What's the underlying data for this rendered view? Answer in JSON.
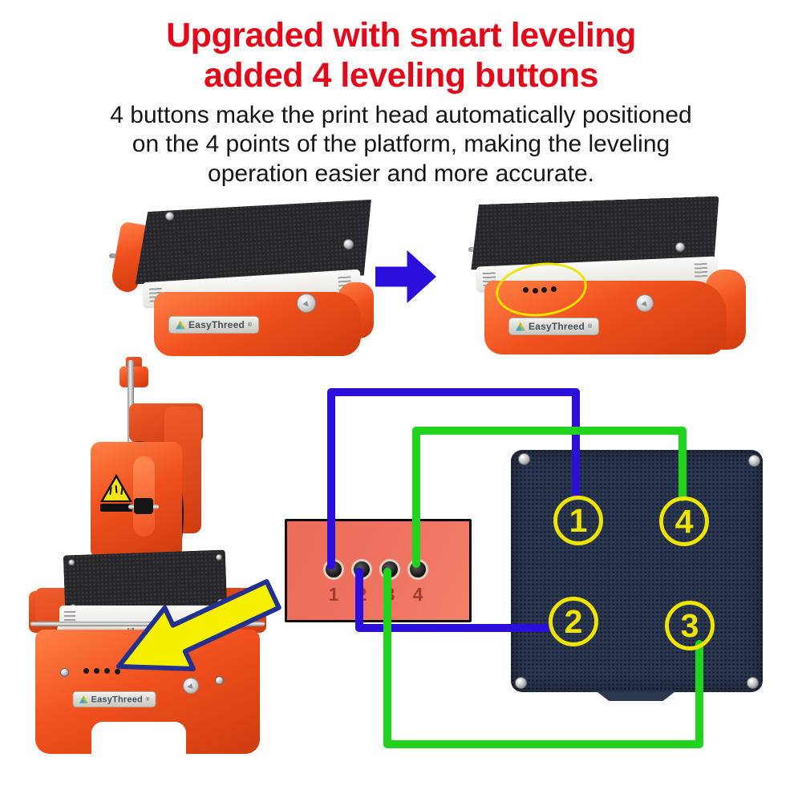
{
  "header": {
    "title": [
      "Upgraded with smart leveling",
      "added 4 leveling buttons"
    ],
    "subtitle": [
      "4 buttons make the print head automatically positioned",
      "on the 4 points of the platform, making the leveling",
      "operation easier and more accurate."
    ]
  },
  "brand": {
    "name": "EasyThreed",
    "reg": "®"
  },
  "panel": {
    "labels": [
      "1",
      "2",
      "3",
      "4"
    ]
  },
  "bed": {
    "points": {
      "tl": "1",
      "tr": "4",
      "bl": "2",
      "br": "3"
    }
  },
  "colors": {
    "red": "#e30918",
    "blue": "#2b10dc",
    "green": "#22d31e",
    "yellow": "#eee400",
    "arrow-navy": "#22308f",
    "arrow-yellow": "#f7ef00",
    "orange": "#f0501e",
    "orange-light": "#ff8047",
    "orange-deep": "#cf3c0e",
    "salmon": "#ef7260",
    "maroon": "#a23b2e",
    "navy-bed": "#2c3751",
    "bed-dot": "#151d2e",
    "plate": "#26262b",
    "plate-dot": "#3a3a40"
  }
}
